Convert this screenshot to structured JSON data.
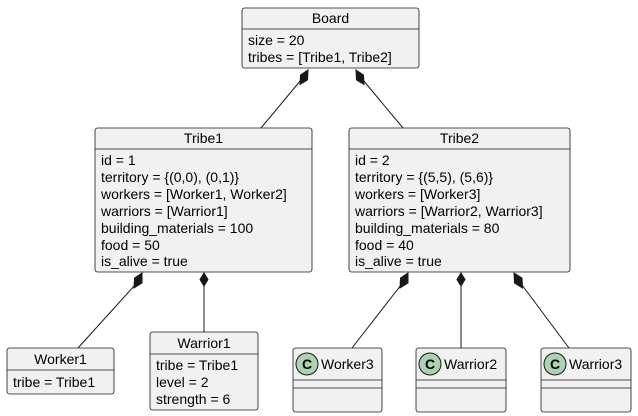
{
  "board": {
    "name": "Board",
    "attrs": [
      "size = 20",
      "tribes = [Tribe1, Tribe2]"
    ]
  },
  "tribe1": {
    "name": "Tribe1",
    "attrs": [
      "id = 1",
      "territory = {(0,0), (0,1)}",
      "workers = [Worker1, Worker2]",
      "warriors = [Warrior1]",
      "building_materials = 100",
      "food = 50",
      "is_alive = true"
    ]
  },
  "tribe2": {
    "name": "Tribe2",
    "attrs": [
      "id = 2",
      "territory = {(5,5), (5,6)}",
      "workers = [Worker3]",
      "warriors = [Warrior2, Warrior3]",
      "building_materials = 80",
      "food = 40",
      "is_alive = true"
    ]
  },
  "worker1": {
    "name": "Worker1",
    "attrs": [
      "tribe = Tribe1"
    ]
  },
  "warrior1": {
    "name": "Warrior1",
    "attrs": [
      "tribe = Tribe1",
      "level = 2",
      "strength = 6"
    ]
  },
  "worker3": {
    "name": "Worker3",
    "glyph": "C"
  },
  "warrior2": {
    "name": "Warrior2",
    "glyph": "C"
  },
  "warrior3": {
    "name": "Warrior3",
    "glyph": "C"
  },
  "colors": {
    "box_fill": "#f1f1f1",
    "border": "#181818",
    "class_circle": "#add1b2"
  }
}
